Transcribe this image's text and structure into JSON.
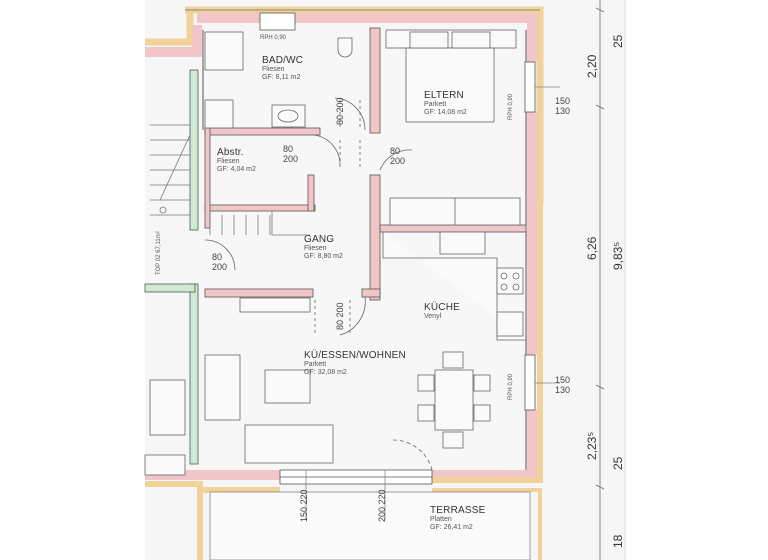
{
  "plan": {
    "rooms": [
      {
        "id": "bad-wc",
        "name": "BAD/WC",
        "floor": "Fliesen",
        "area": "GF: 8,11 m2"
      },
      {
        "id": "eltern",
        "name": "ELTERN",
        "floor": "Parkett",
        "area": "GF: 14,08 m2"
      },
      {
        "id": "abstr",
        "name": "Abstr.",
        "floor": "Fliesen",
        "area": "GF: 4,04 m2"
      },
      {
        "id": "gang",
        "name": "GANG",
        "floor": "Fliesen",
        "area": "GF: 8,80 m2"
      },
      {
        "id": "kueche",
        "name": "KÜCHE",
        "floor": "Venyl"
      },
      {
        "id": "wohnen",
        "name": "KÜ/ESSEN/WOHNEN",
        "floor": "Parkett",
        "area": "GF: 32,08 m2"
      },
      {
        "id": "terrasse",
        "name": "TERRASSE",
        "floor": "Platten",
        "area": "GF: 26,41 m2"
      }
    ],
    "unit_label": {
      "top": "TOP 02",
      "area": "67,11m²"
    },
    "parapet_labels": {
      "bad": "RPH 0,90",
      "eltern": "RPH 0,90",
      "wohnen": "RPH 0,90"
    },
    "doors": {
      "bad": {
        "w": "80",
        "h": "200"
      },
      "abstr": {
        "w": "80",
        "h": "200"
      },
      "eltern": {
        "w": "80",
        "h": "200"
      },
      "entry": {
        "w": "80",
        "h": "200"
      },
      "wohnen": {
        "w": "80",
        "h": "200"
      }
    },
    "windows": {
      "eltern": {
        "w": "150",
        "h": "130"
      },
      "wohnen": {
        "w": "150",
        "h": "130"
      },
      "terrasse_left": {
        "w": "150",
        "h": "220"
      },
      "terrasse_right": {
        "w": "200",
        "h": "220"
      }
    },
    "dimensions": {
      "top_seg": "2,20",
      "mid_seg": "6,26",
      "bot_seg": "2,23⁵",
      "total": "9,83⁵",
      "outer_top": "25",
      "outer_bot1": "25",
      "outer_bot2": "18"
    },
    "colors": {
      "wall_pink": "#f2c6c8",
      "insulation": "#f3d9a4",
      "partition_green": "#cfead3",
      "line": "#555555",
      "floor": "#f7f7f7"
    }
  }
}
